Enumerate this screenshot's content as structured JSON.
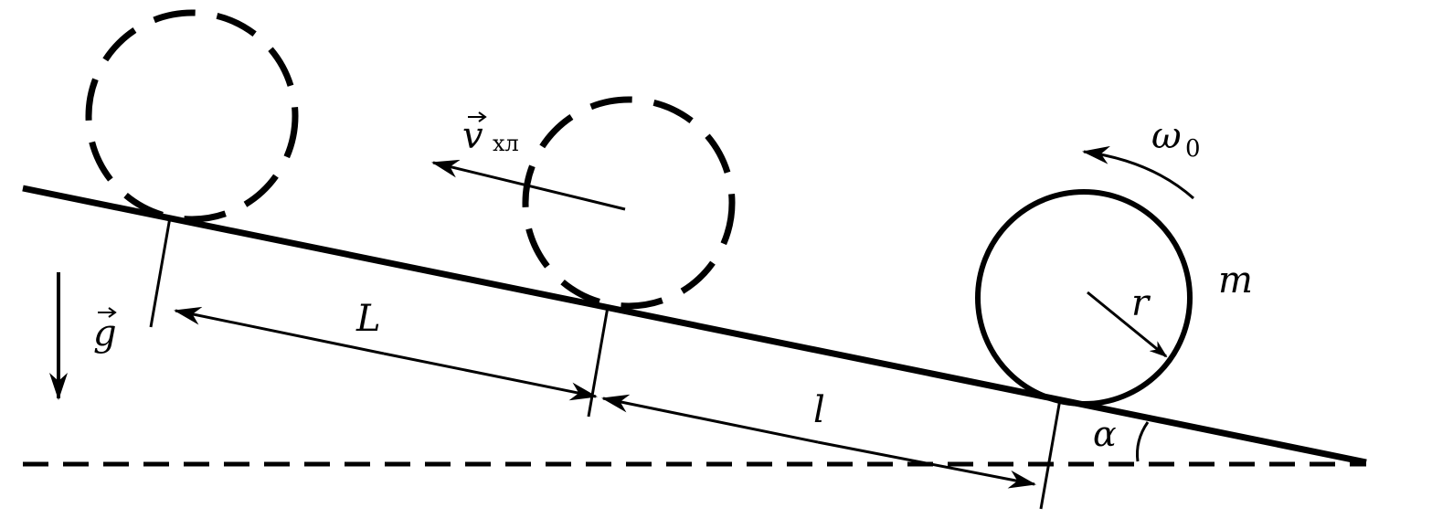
{
  "labels": {
    "velocity": "v",
    "velocity_sub": "хл",
    "omega": "ω",
    "omega_sub": "0",
    "mass": "m",
    "radius": "r",
    "gravity": "g",
    "length_L": "L",
    "length_l": "l",
    "angle": "α"
  },
  "colors": {
    "ink": "#000000",
    "background": "#ffffff"
  }
}
